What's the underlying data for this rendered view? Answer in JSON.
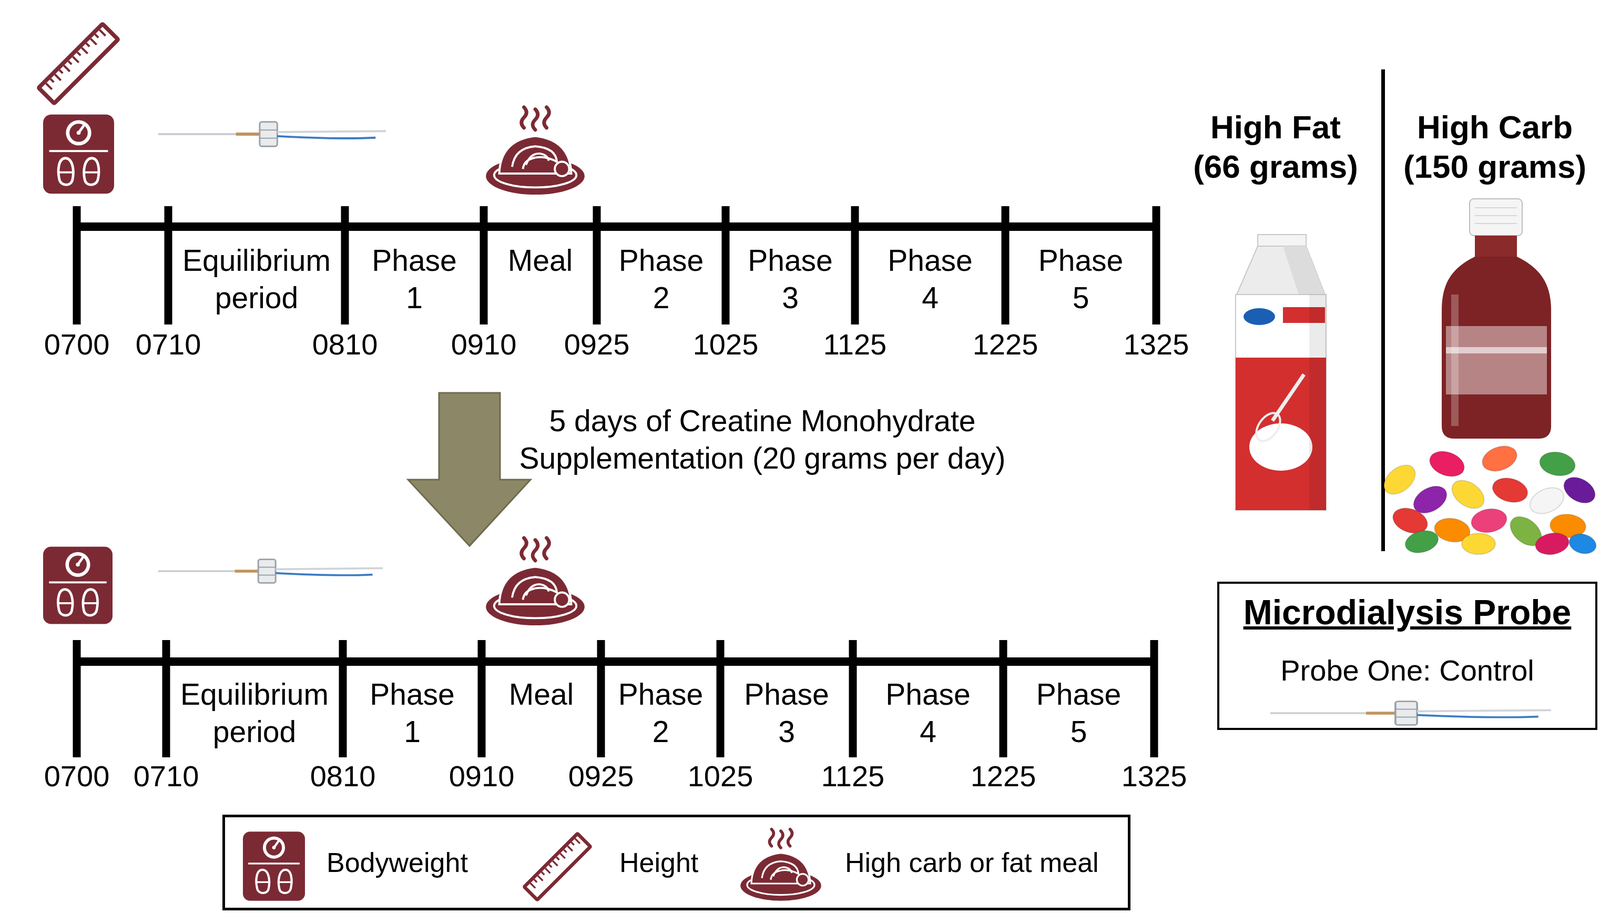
{
  "diagram": {
    "nodes": [
      {
        "text": [
          "Microdialysis Probe",
          "Probe One: Control"
        ]
      }
    ],
    "labels": [
      "Equilibrium period",
      "Phase 1",
      "Meal",
      "Phase 2",
      "Phase 3",
      "Phase 4",
      "Phase 5",
      "0700",
      "0710",
      "0810",
      "0910",
      "0925",
      "1025",
      "1125",
      "1225",
      "1325",
      "5 days of Creatine Monohydrate Supplementation (20 grams per day)",
      "High Fat (66 grams)",
      "High Carb (150 grams)",
      "Equilibrium period",
      "Phase 1",
      "Meal",
      "Phase 2",
      "Phase 3",
      "Phase 4",
      "Phase 5",
      "0700",
      "0710",
      "0810",
      "0910",
      "0925",
      "1025",
      "1125",
      "1225",
      "1325"
    ],
    "legend": [
      {
        "text": "Bodyweight"
      },
      {
        "text": "Height"
      },
      {
        "text": "High carb or fat meal"
      }
    ]
  }
}
